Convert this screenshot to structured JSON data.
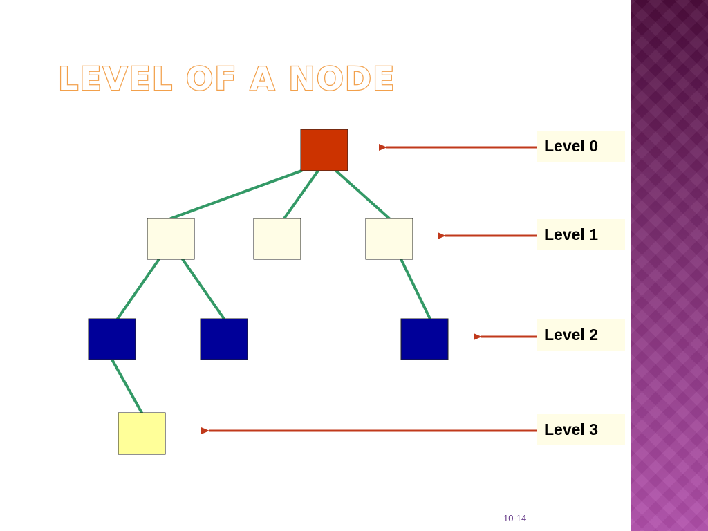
{
  "title": "Level of a Node",
  "nodes": {
    "root": {
      "level": 0,
      "color": "#cc3300"
    },
    "a": {
      "level": 1,
      "color": "#fffde6"
    },
    "b": {
      "level": 1,
      "color": "#fffde6"
    },
    "c": {
      "level": 1,
      "color": "#fffde6"
    },
    "d": {
      "level": 2,
      "color": "#000099"
    },
    "e": {
      "level": 2,
      "color": "#000099"
    },
    "f": {
      "level": 2,
      "color": "#000099"
    },
    "g": {
      "level": 3,
      "color": "#ffff99"
    }
  },
  "edges": [
    {
      "from": "root",
      "to": "a"
    },
    {
      "from": "root",
      "to": "b"
    },
    {
      "from": "root",
      "to": "c"
    },
    {
      "from": "a",
      "to": "d"
    },
    {
      "from": "a",
      "to": "e"
    },
    {
      "from": "c",
      "to": "f"
    },
    {
      "from": "d",
      "to": "g"
    }
  ],
  "level_labels": [
    "Level 0",
    "Level 1",
    "Level 2",
    "Level 3"
  ],
  "colors": {
    "edge": "#339966",
    "arrow": "#c0391b",
    "title_outline": "#f2a04b",
    "label_background": "#fffde6",
    "side_panel": "#7d2e72"
  },
  "slide_number": "10-14"
}
